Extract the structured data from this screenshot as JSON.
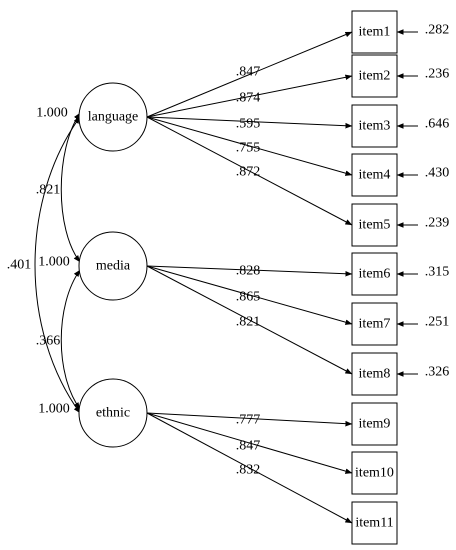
{
  "latent": [
    {
      "id": "language",
      "label": "language",
      "variance": "1.000"
    },
    {
      "id": "media",
      "label": "media",
      "variance": "1.000"
    },
    {
      "id": "ethnic",
      "label": "ethnic",
      "variance": "1.000"
    }
  ],
  "items": [
    {
      "id": "item1",
      "label": "item1",
      "error": ".282",
      "factor": "language",
      "loading": ".847"
    },
    {
      "id": "item2",
      "label": "item2",
      "error": ".236",
      "factor": "language",
      "loading": ".874"
    },
    {
      "id": "item3",
      "label": "item3",
      "error": ".646",
      "factor": "language",
      "loading": ".595"
    },
    {
      "id": "item4",
      "label": "item4",
      "error": ".430",
      "factor": "language",
      "loading": ".755"
    },
    {
      "id": "item5",
      "label": "item5",
      "error": ".239",
      "factor": "language",
      "loading": ".872"
    },
    {
      "id": "item6",
      "label": "item6",
      "error": ".315",
      "factor": "media",
      "loading": ".828"
    },
    {
      "id": "item7",
      "label": "item7",
      "error": ".251",
      "factor": "media",
      "loading": ".865"
    },
    {
      "id": "item8",
      "label": "item8",
      "error": ".326",
      "factor": "media",
      "loading": ".821"
    },
    {
      "id": "item9",
      "label": "item9",
      "error": "",
      "factor": "ethnic",
      "loading": ".777"
    },
    {
      "id": "item10",
      "label": "item10",
      "error": "",
      "factor": "ethnic",
      "loading": ".847"
    },
    {
      "id": "item11",
      "label": "item11",
      "error": "",
      "factor": "ethnic",
      "loading": ".832"
    }
  ],
  "correlations": [
    {
      "from": "language",
      "to": "media",
      "value": ".821"
    },
    {
      "from": "media",
      "to": "ethnic",
      "value": ".366"
    },
    {
      "from": "language",
      "to": "ethnic",
      "value": ".401"
    }
  ]
}
